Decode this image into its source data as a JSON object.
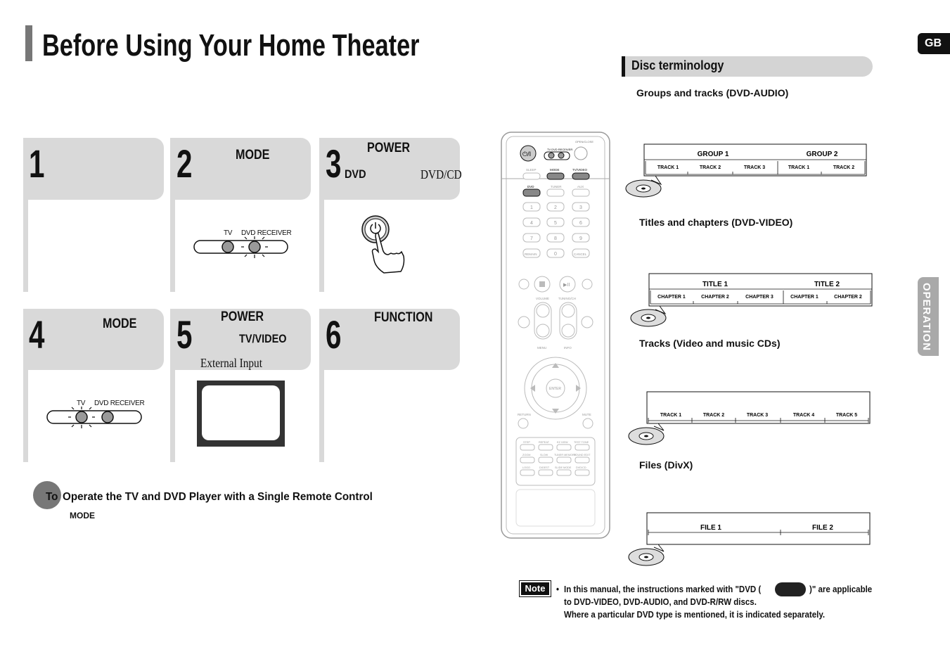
{
  "page": {
    "title": "Before Using Your Home Theater",
    "lang_tab": "GB",
    "side_tab": "OPERATION"
  },
  "steps": [
    {
      "num": "1",
      "labels": []
    },
    {
      "num": "2",
      "labels": [
        "MODE"
      ],
      "switch_labels": [
        "TV",
        "DVD RECEIVER"
      ]
    },
    {
      "num": "3",
      "labels": [
        "POWER",
        "DVD",
        "DVD/CD"
      ]
    },
    {
      "num": "4",
      "labels": [
        "MODE"
      ],
      "switch_labels": [
        "TV",
        "DVD RECEIVER"
      ]
    },
    {
      "num": "5",
      "labels": [
        "POWER",
        "TV/VIDEO",
        "External Input"
      ]
    },
    {
      "num": "6",
      "labels": [
        "FUNCTION"
      ]
    }
  ],
  "operate": {
    "badge": "To",
    "heading": "Operate the TV and DVD Player with a Single Remote Control",
    "sub": "MODE"
  },
  "remote": {
    "top_labels": [
      "OPEN/CLOSE",
      "TV",
      "DVD RECEIVER",
      "SLEEP",
      "MODE",
      "TV/VIDEO",
      "DVD",
      "TUNER",
      "AUX",
      "REMAIN",
      "CANCEL",
      "VOLUME",
      "TUNING/CH",
      "MUTE",
      "RETURN",
      "MENU",
      "INFO",
      "ENTER"
    ],
    "digits": [
      "1",
      "2",
      "3",
      "4",
      "5",
      "6",
      "7",
      "8",
      "9",
      "0"
    ],
    "bottom_labels": [
      "STEP",
      "REPEAT",
      "EZ VIEW",
      "TEST TONE",
      "ZOOM",
      "SLOW",
      "TUNER MEMORY",
      "SOUND EDIT",
      "LOGO",
      "DIGEST",
      "SLIDE MODE",
      "DVD/CD"
    ]
  },
  "disc": {
    "section_title": "Disc terminology",
    "dvd_audio": {
      "heading": "Groups and tracks (DVD-AUDIO)",
      "groups": [
        "GROUP 1",
        "GROUP 2"
      ],
      "tracks": [
        "TRACK 1",
        "TRACK 2",
        "TRACK 3",
        "TRACK 1",
        "TRACK 2"
      ]
    },
    "dvd_video": {
      "heading": "Titles and chapters (DVD-VIDEO)",
      "titles": [
        "TITLE 1",
        "TITLE 2"
      ],
      "chapters": [
        "CHAPTER 1",
        "CHAPTER 2",
        "CHAPTER 3",
        "CHAPTER 1",
        "CHAPTER 2"
      ]
    },
    "cd": {
      "heading": "Tracks (Video and music CDs)",
      "tracks": [
        "TRACK 1",
        "TRACK 2",
        "TRACK 3",
        "TRACK 4",
        "TRACK 5"
      ]
    },
    "divx": {
      "heading": "Files (DivX)",
      "files": [
        "FILE 1",
        "FILE 2"
      ]
    }
  },
  "note": {
    "label": "Note",
    "bullet": "•",
    "line1_pre": "In this manual, the instructions marked with \"DVD (",
    "line1_post": ")\" are applicable",
    "line2": "to DVD-VIDEO, DVD-AUDIO, and DVD-R/RW discs.",
    "line3": "Where a particular DVD type is mentioned, it is indicated separately."
  }
}
